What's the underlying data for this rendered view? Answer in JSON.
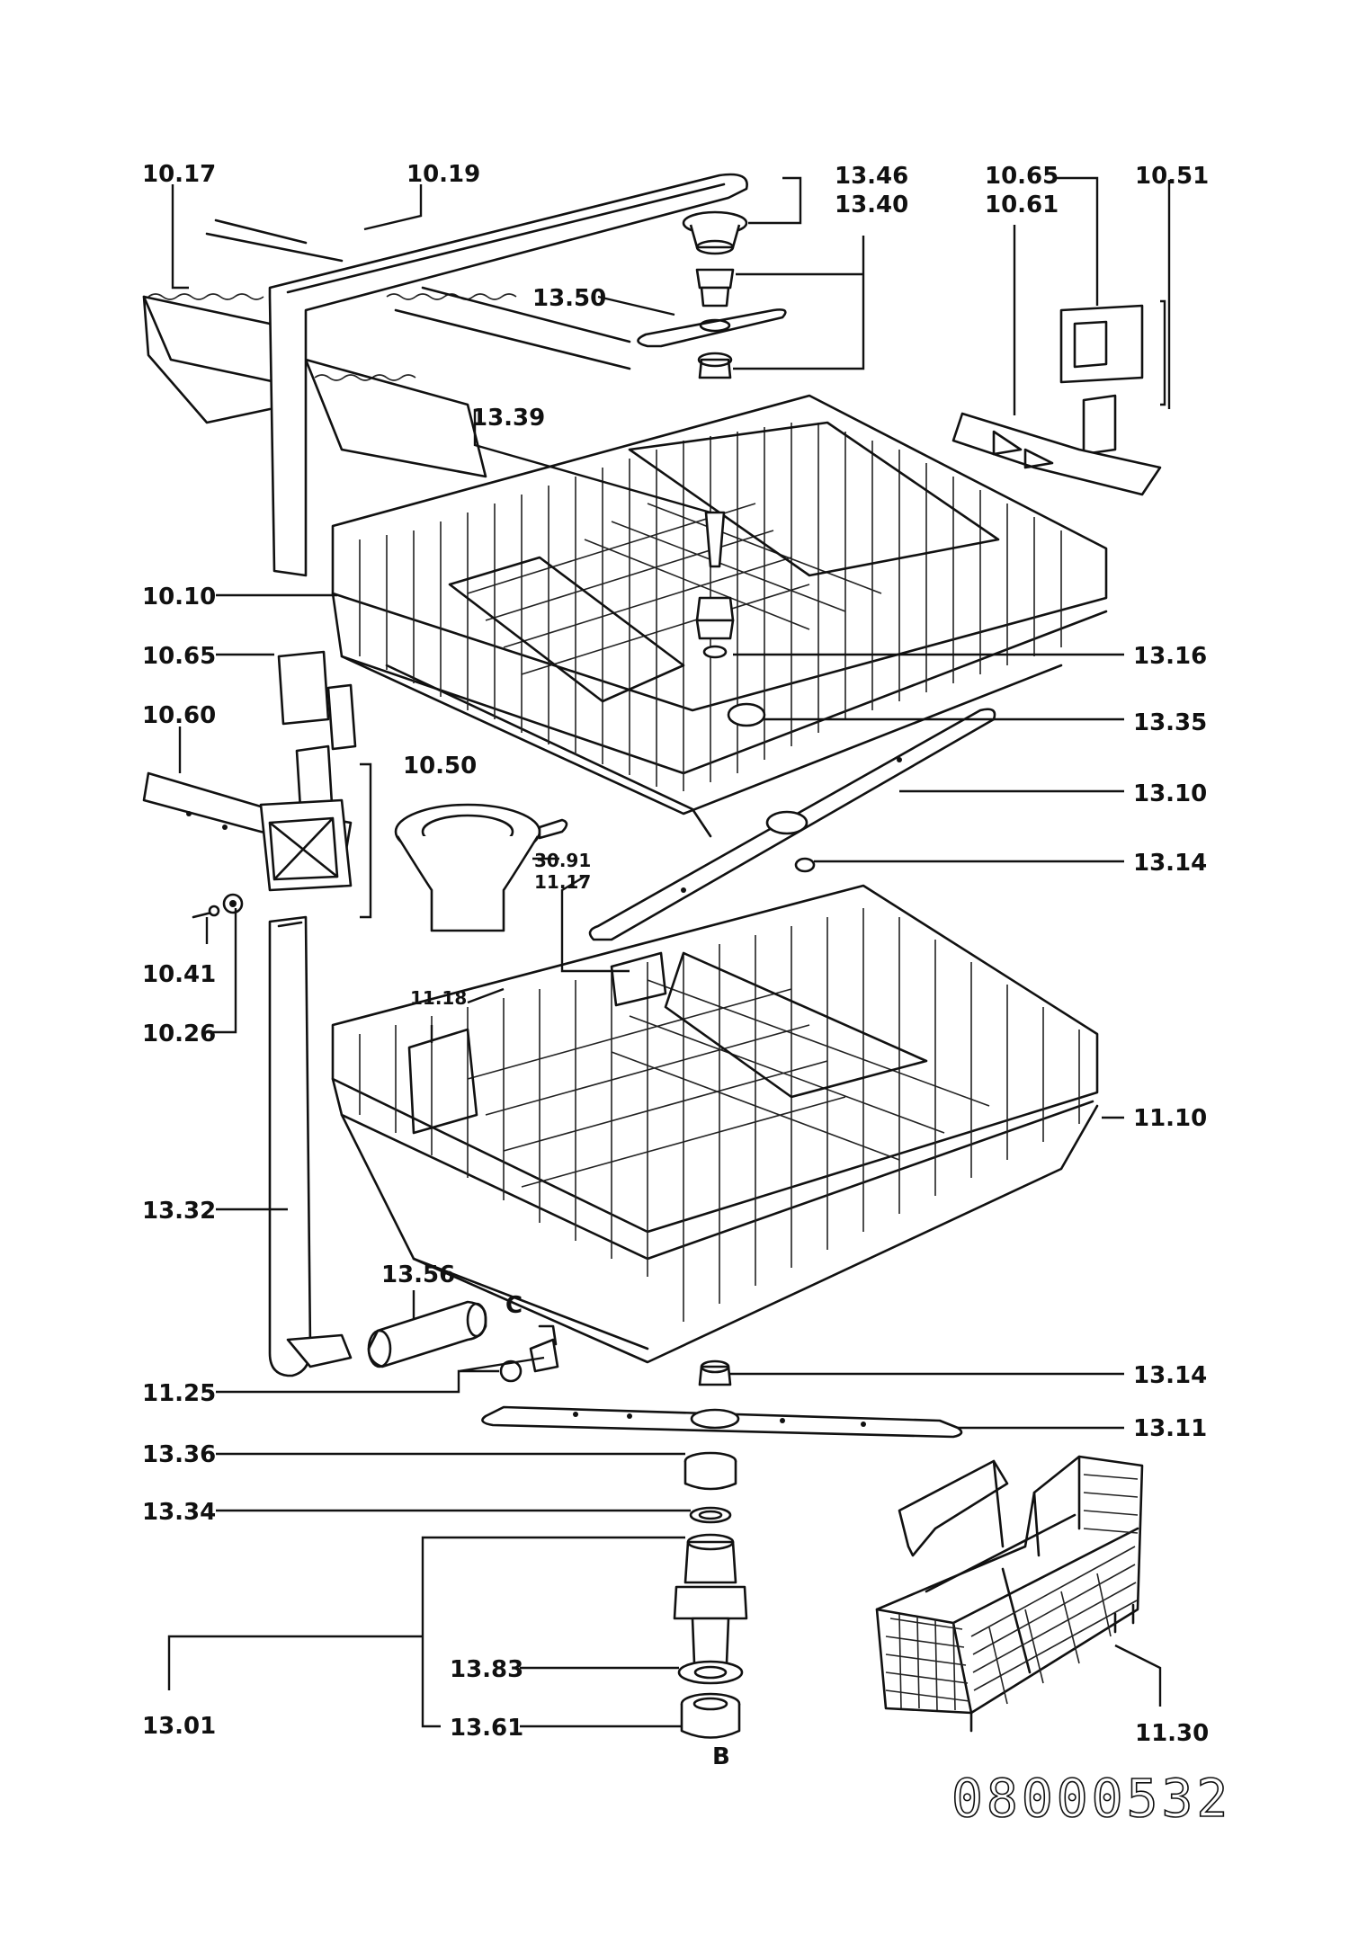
{
  "document_number": "08000532",
  "callouts": {
    "p10_17": "10.17",
    "p10_19": "10.19",
    "p13_46": "13.46",
    "p13_40": "13.40",
    "p10_65_top": "10.65",
    "p10_61": "10.61",
    "p10_51": "10.51",
    "p13_50": "13.50",
    "p13_39": "13.39",
    "p10_10": "10.10",
    "p13_16": "13.16",
    "p10_65": "10.65",
    "p10_60": "10.60",
    "p10_50": "10.50",
    "p13_35": "13.35",
    "p13_10": "13.10",
    "p30_91": "30.91",
    "p11_17": "11.17",
    "p13_14_top": "13.14",
    "p10_41": "10.41",
    "p10_26": "10.26",
    "p11_18": "11.18",
    "p11_10": "11.10",
    "p13_32": "13.32",
    "p13_56": "13.56",
    "marker_c": "C",
    "p11_25": "11.25",
    "p13_14_bottom": "13.14",
    "p13_11": "13.11",
    "p13_36": "13.36",
    "p13_34": "13.34",
    "p13_01": "13.01",
    "p13_83": "13.83",
    "p13_61": "13.61",
    "marker_b": "B",
    "p11_30": "11.30"
  }
}
